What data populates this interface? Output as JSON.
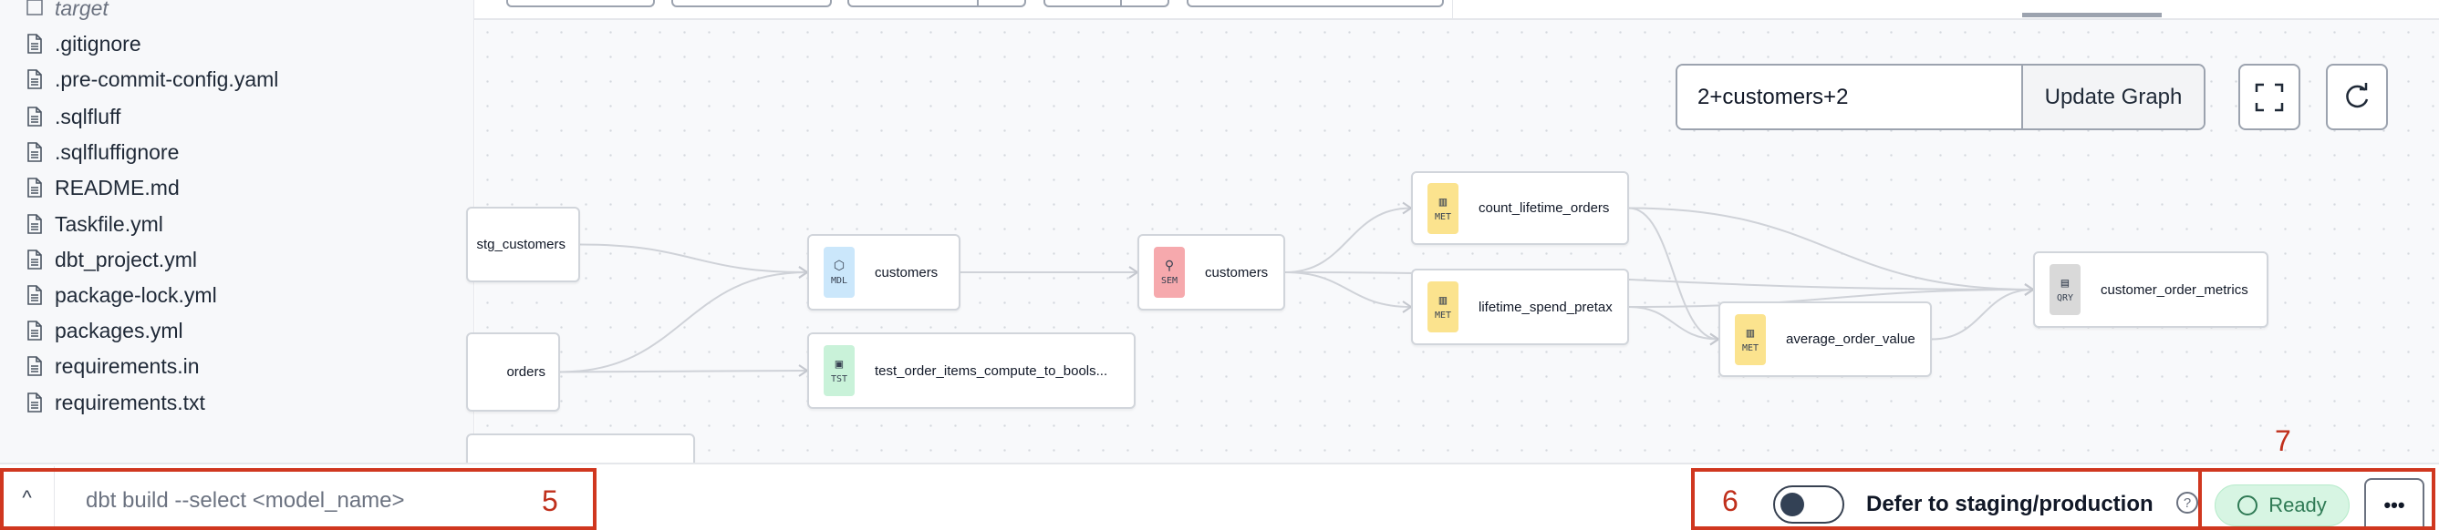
{
  "sidebar": {
    "items": [
      {
        "label": "target",
        "type": "folder"
      },
      {
        "label": ".gitignore",
        "type": "file"
      },
      {
        "label": ".pre-commit-config.yaml",
        "type": "file"
      },
      {
        "label": ".sqlfluff",
        "type": "file"
      },
      {
        "label": ".sqlfluffignore",
        "type": "file"
      },
      {
        "label": "README.md",
        "type": "file"
      },
      {
        "label": "Taskfile.yml",
        "type": "file"
      },
      {
        "label": "dbt_project.yml",
        "type": "file"
      },
      {
        "label": "package-lock.yml",
        "type": "file"
      },
      {
        "label": "packages.yml",
        "type": "file"
      },
      {
        "label": "requirements.in",
        "type": "file"
      },
      {
        "label": "requirements.txt",
        "type": "file"
      }
    ]
  },
  "graph": {
    "selector_value": "2+customers+2",
    "update_label": "Update Graph",
    "fullscreen_icon": "expand-icon",
    "refresh_icon": "refresh-icon",
    "nodes": [
      {
        "id": "stg_customers",
        "label": "stg_customers",
        "badge": ""
      },
      {
        "id": "orders",
        "label": "orders",
        "badge": ""
      },
      {
        "id": "partial",
        "label": "",
        "badge": ""
      },
      {
        "id": "mdl_customers",
        "label": "customers",
        "badge": "MDL",
        "color": "#cbe7fb"
      },
      {
        "id": "test",
        "label": "test_order_items_compute_to_bools...",
        "badge": "TST",
        "color": "#c9f2d9"
      },
      {
        "id": "sem_customers",
        "label": "customers",
        "badge": "SEM",
        "color": "#f6a9ad"
      },
      {
        "id": "count_lifetime_orders",
        "label": "count_lifetime_orders",
        "badge": "MET",
        "color": "#fbe38e"
      },
      {
        "id": "lifetime_spend_pretax",
        "label": "lifetime_spend_pretax",
        "badge": "MET",
        "color": "#fbe38e"
      },
      {
        "id": "average_order_value",
        "label": "average_order_value",
        "badge": "MET",
        "color": "#fbe38e"
      },
      {
        "id": "customer_order_metrics",
        "label": "customer_order_metrics",
        "badge": "QRY",
        "color": "#d9d9d9"
      }
    ]
  },
  "bottom": {
    "command_placeholder": "dbt build --select <model_name>",
    "defer_label": "Defer to staging/production",
    "defer_enabled": false,
    "help": "?",
    "status": "Ready",
    "more": "•••",
    "status_color": "#d7f5e3"
  },
  "annotations": [
    "5",
    "6",
    "7"
  ],
  "colors": {
    "annotation": "#d0371f"
  }
}
